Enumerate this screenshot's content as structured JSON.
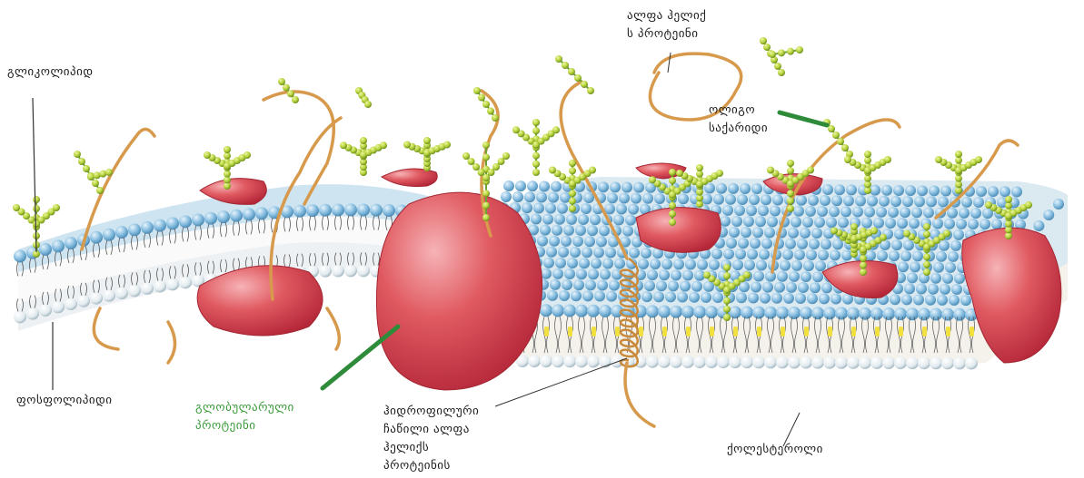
{
  "labels": {
    "glycolipid": "გლიკოლიპიდ",
    "phospholipid": "ფოსფოლიპიდი",
    "globular_protein": [
      "გლობულარული",
      "პროტეინი"
    ],
    "hydrophobic_helix": [
      "ჰიდროფილური",
      "ჩაწილი ალფა",
      "ჰელიქს",
      "პროტეინის"
    ],
    "alpha_helix_protein": [
      "ალფა ჰელიქ",
      "ს პროტეინი"
    ],
    "oligosaccharide": [
      "ოლიგო",
      "საქარიდი"
    ],
    "cholesterol": "ქოლესტეროლი"
  },
  "colors": {
    "lipid_head": "#7fb6d8",
    "lipid_head_white": "#eef3f6",
    "cholesterol": "#f0e040",
    "protein": "#d9464e",
    "protein_light": "#f2a0a4",
    "sugar": "#b6d23c",
    "sugar_stem": "#6ca236",
    "filament": "#d79a4c",
    "pointer_green": "#2e8b3a"
  }
}
